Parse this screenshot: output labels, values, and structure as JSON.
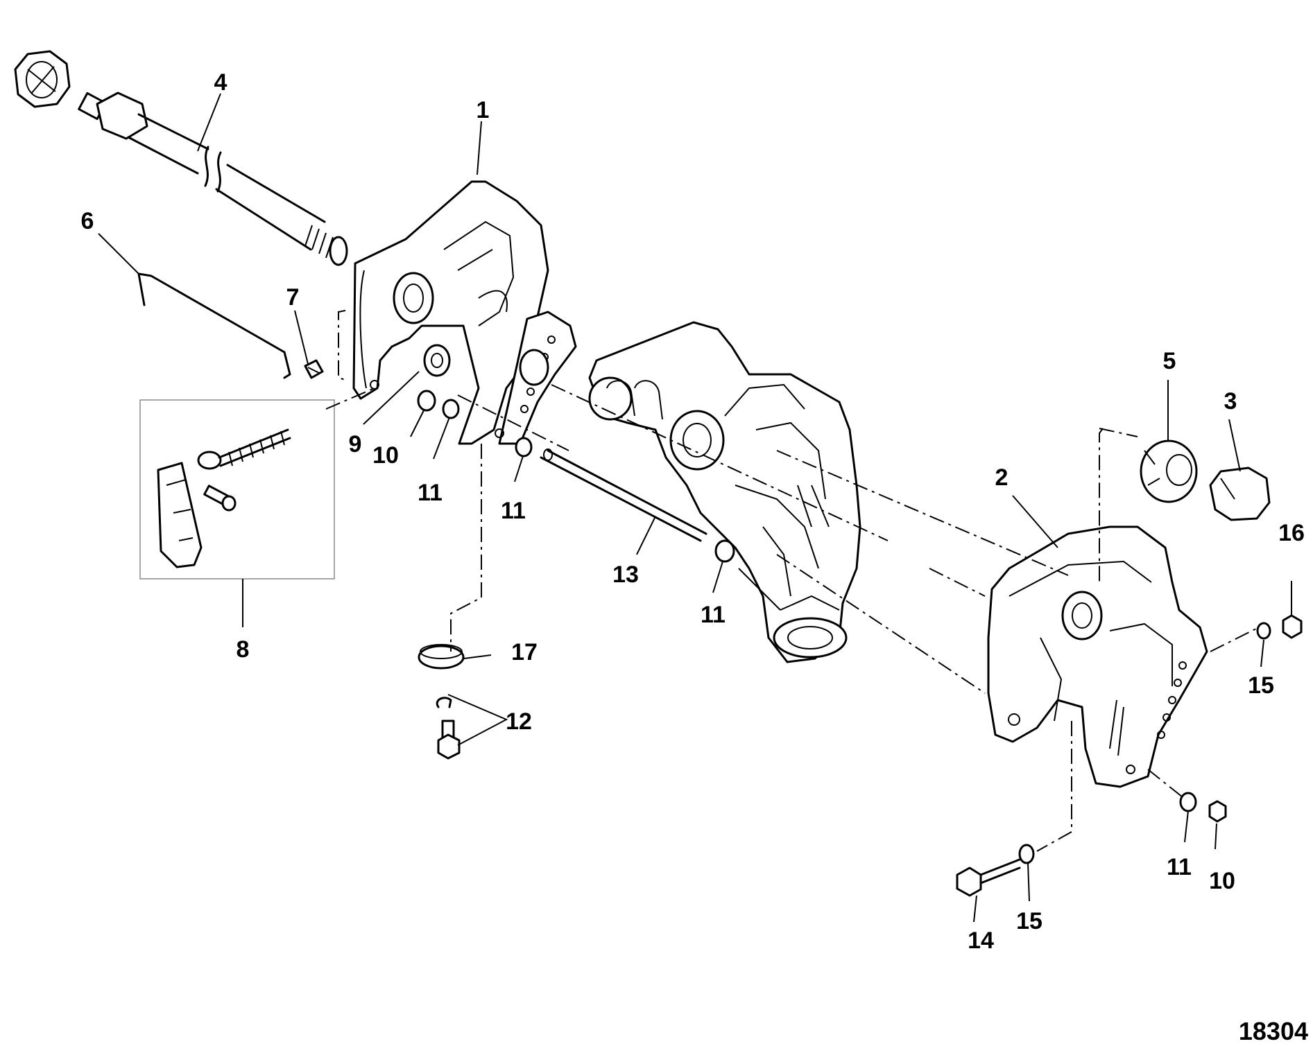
{
  "diagram": {
    "figure_number": "18304",
    "callouts": {
      "c1": "1",
      "c2": "2",
      "c3": "3",
      "c4": "4",
      "c5": "5",
      "c6": "6",
      "c7": "7",
      "c8": "8",
      "c9": "9",
      "c10a": "10",
      "c10b": "10",
      "c11a": "11",
      "c11b": "11",
      "c11c": "11",
      "c11d": "11",
      "c12": "12",
      "c13": "13",
      "c14": "14",
      "c15a": "15",
      "c15b": "15",
      "c16": "16",
      "c17": "17"
    }
  }
}
